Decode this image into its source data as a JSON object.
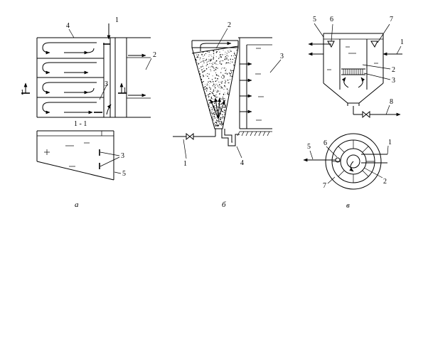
{
  "labels": {
    "a": {
      "n1_top": "1",
      "n4": "4",
      "n2": "2",
      "n3": "3",
      "n1_left": "1",
      "n1_right": "1",
      "section": "1 - 1",
      "n3_section": "3",
      "n5": "5",
      "caption": "а"
    },
    "b": {
      "n2": "2",
      "n3": "3",
      "n1": "1",
      "n4": "4",
      "caption": "б"
    },
    "c": {
      "n5": "5",
      "n6": "6",
      "n7": "7",
      "n1": "1",
      "n2": "2",
      "n3": "3",
      "n8": "8",
      "n5_plan": "5",
      "n6_plan": "6",
      "n1_plan": "1",
      "n2_plan": "2",
      "n7_plan": "7",
      "caption": "в"
    }
  }
}
